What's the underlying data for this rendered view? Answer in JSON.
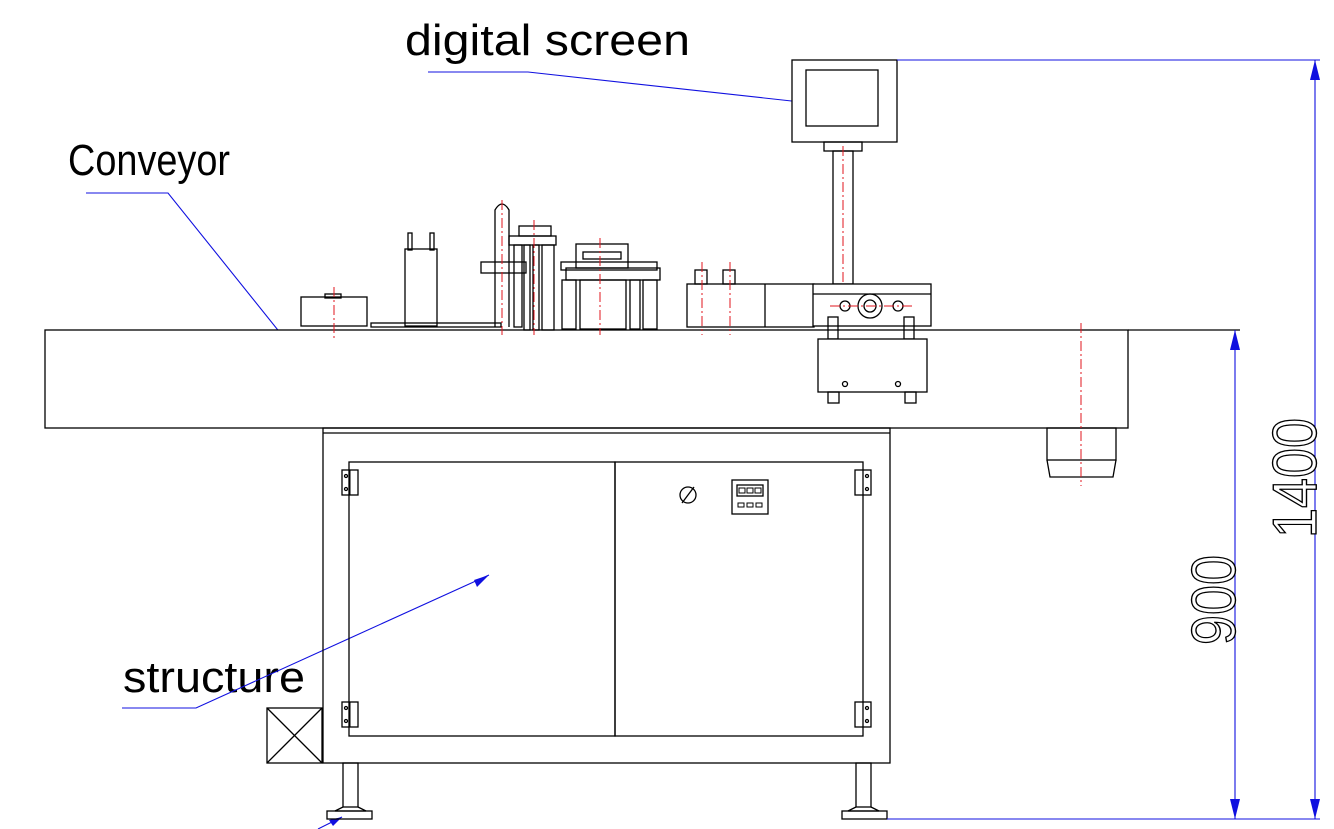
{
  "labels": {
    "digital_screen": "digital screen",
    "conveyor": "Conveyor",
    "structure": "structure"
  },
  "dimensions": {
    "total_height": "1400",
    "conveyor_height": "900"
  },
  "colors": {
    "outline": "#000000",
    "leader_lines": "#1010e0",
    "center_lines": "#e0141e",
    "background": "#ffffff"
  }
}
